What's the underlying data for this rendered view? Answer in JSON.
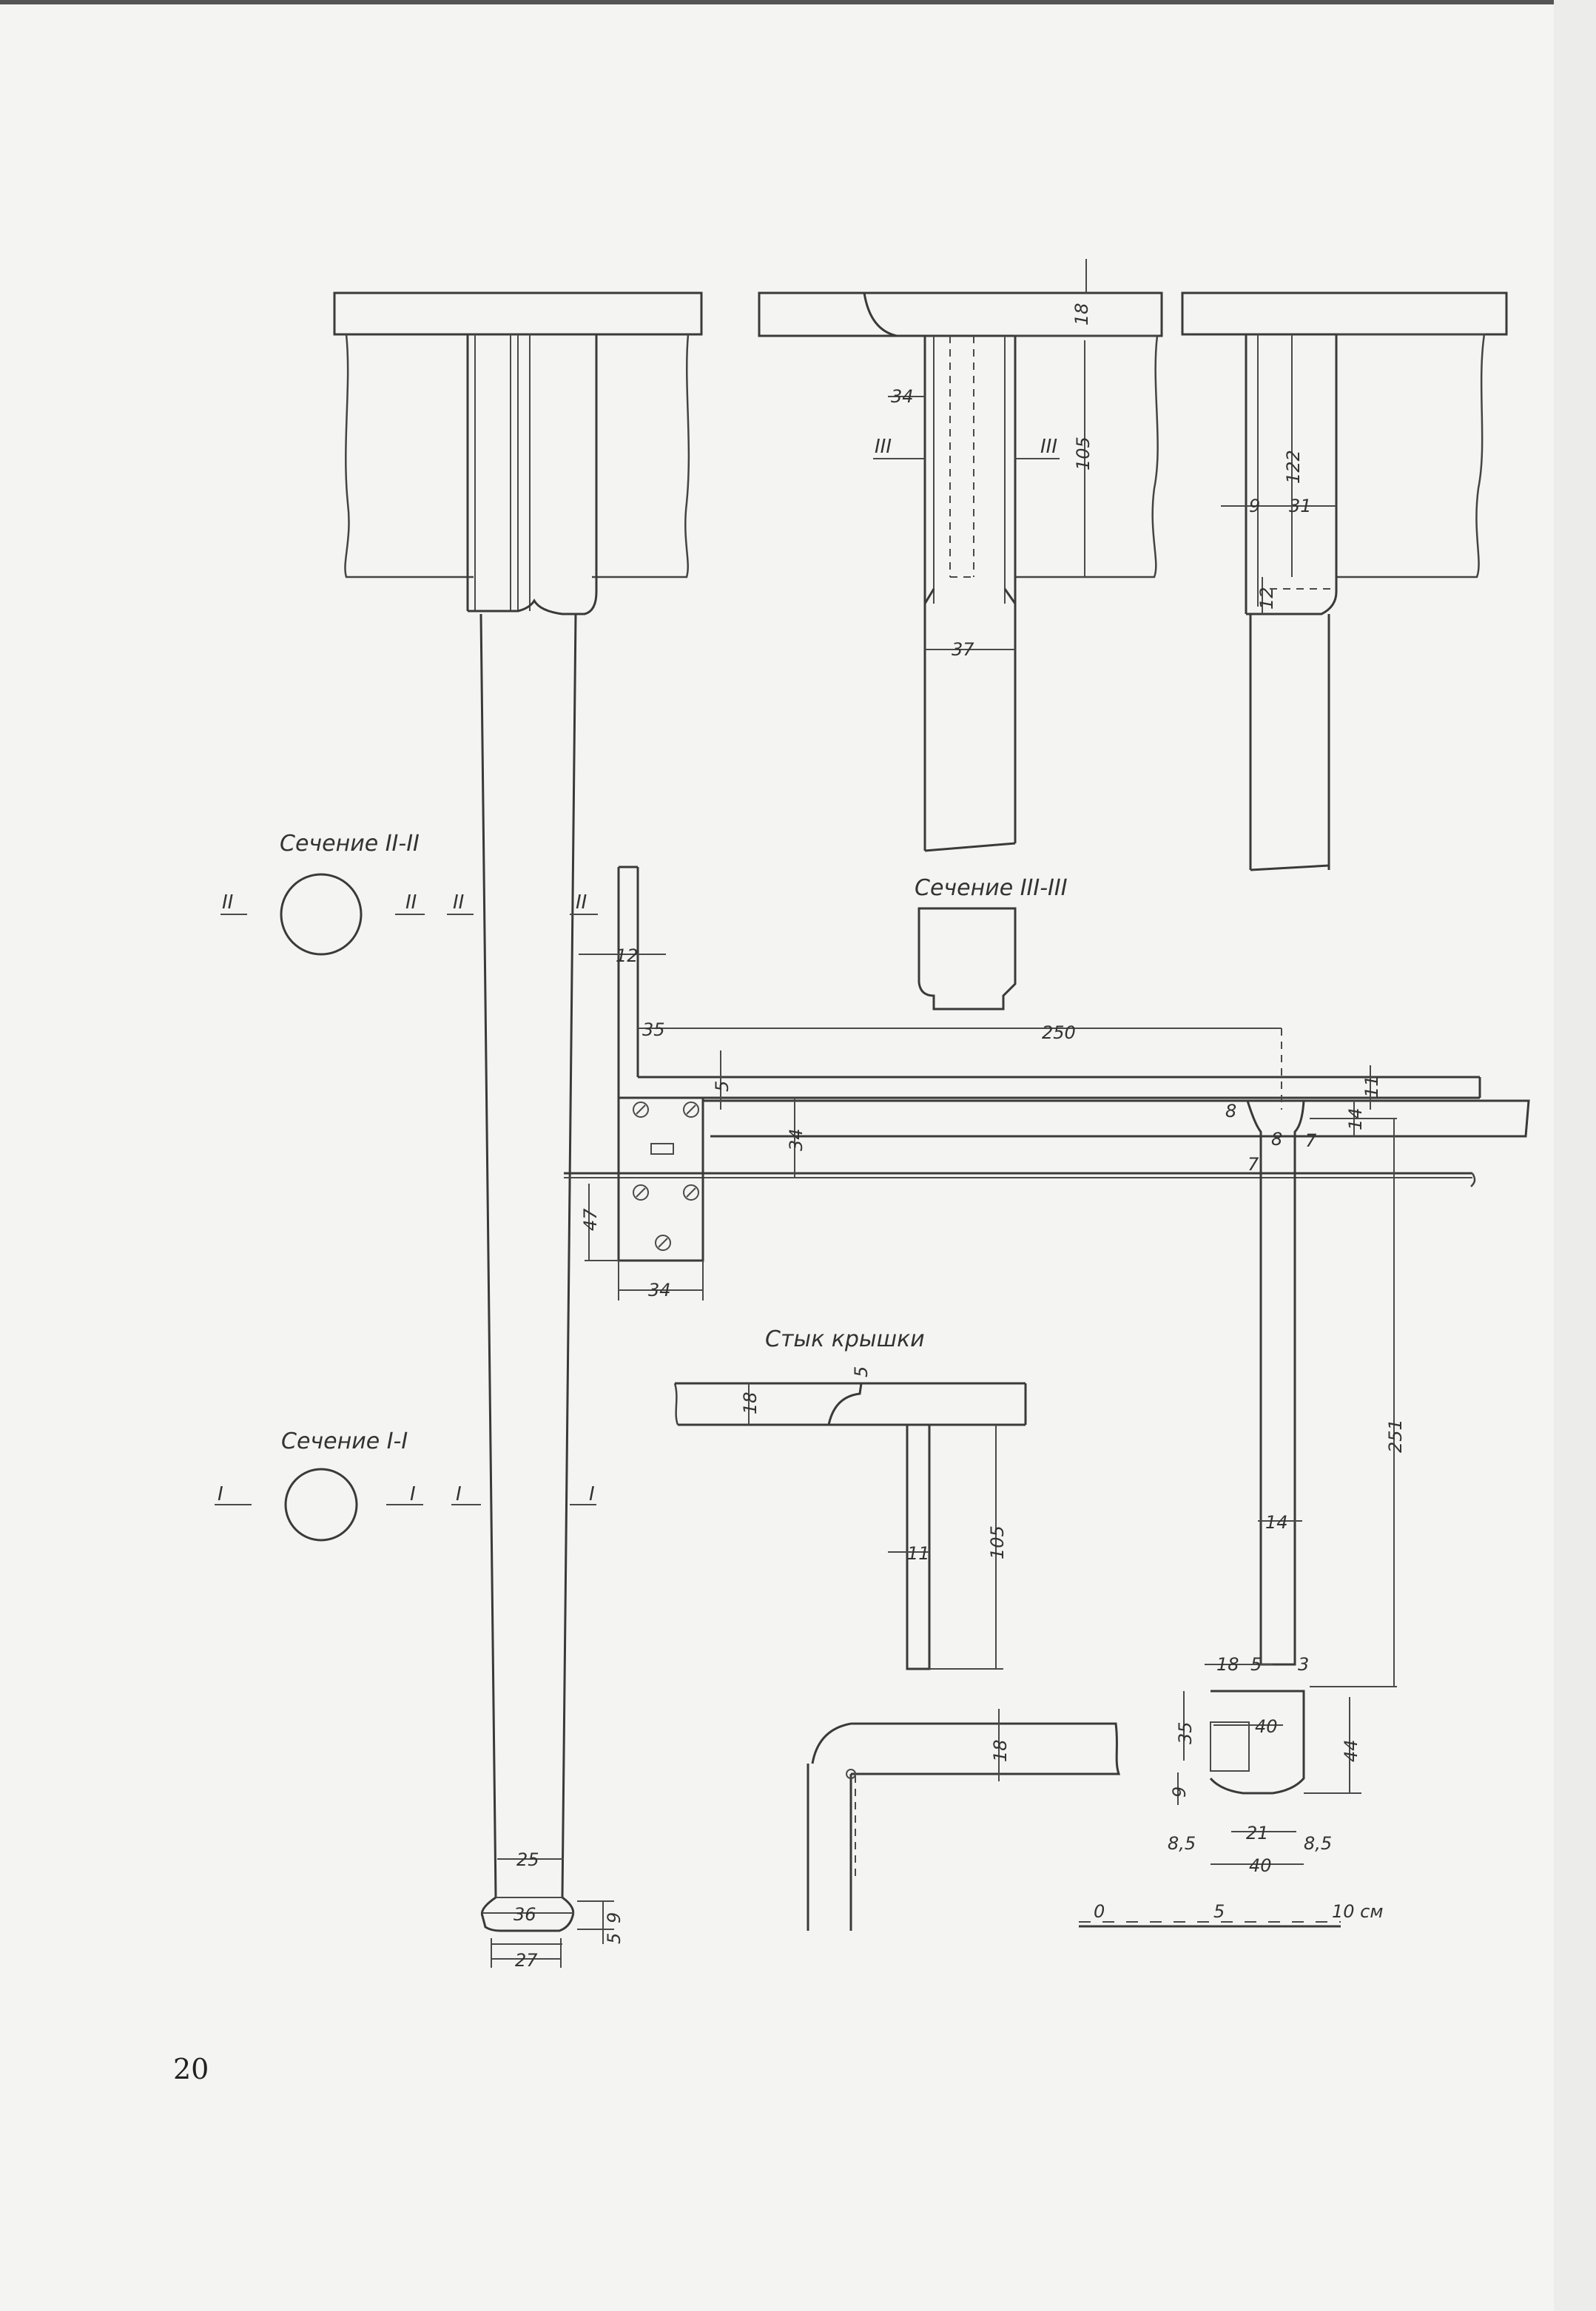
{
  "page": {
    "number": "20"
  },
  "views": {
    "front": {
      "description": "",
      "labels": []
    },
    "side": {
      "dims": {
        "d34": "34",
        "d105": "105",
        "d37": "37",
        "d18": "18"
      },
      "cut_marks": [
        "III",
        "III"
      ]
    },
    "side2": {
      "dims": {
        "d122": "122",
        "d9": "9",
        "d31": "31",
        "d12": "12"
      }
    }
  },
  "sections": {
    "s2": {
      "title": "Сечение II-II",
      "mark": "II"
    },
    "s1": {
      "title": "Сечение I-I",
      "mark": "I"
    },
    "s3": {
      "title": "Сечение III-III"
    }
  },
  "leg": {
    "dims": {
      "d25": "25",
      "d36": "36",
      "d27": "27",
      "d9": "9",
      "d5": "5"
    }
  },
  "apron": {
    "dims": {
      "d12": "12",
      "d35": "35",
      "d250": "250",
      "d5": "5",
      "d34": "34",
      "d11": "11",
      "d8a": "8",
      "d8b": "8",
      "d7a": "7",
      "d7b": "7",
      "d14a": "14",
      "d47": "47",
      "d34b": "34"
    }
  },
  "joint": {
    "title": "Стык крышки",
    "dims": {
      "d18": "18",
      "d5": "5",
      "d11": "11",
      "d105": "105",
      "d18b": "18"
    }
  },
  "rail": {
    "dims": {
      "d251": "251",
      "d14": "14",
      "d18": "18",
      "d5": "5",
      "d3": "3",
      "d35": "35",
      "d40a": "40",
      "d44": "44",
      "d9": "9",
      "d21": "21",
      "d85a": "8,5",
      "d85b": "8,5",
      "d40b": "40"
    }
  },
  "scale": {
    "t0": "0",
    "t5": "5",
    "t10": "10 см"
  }
}
